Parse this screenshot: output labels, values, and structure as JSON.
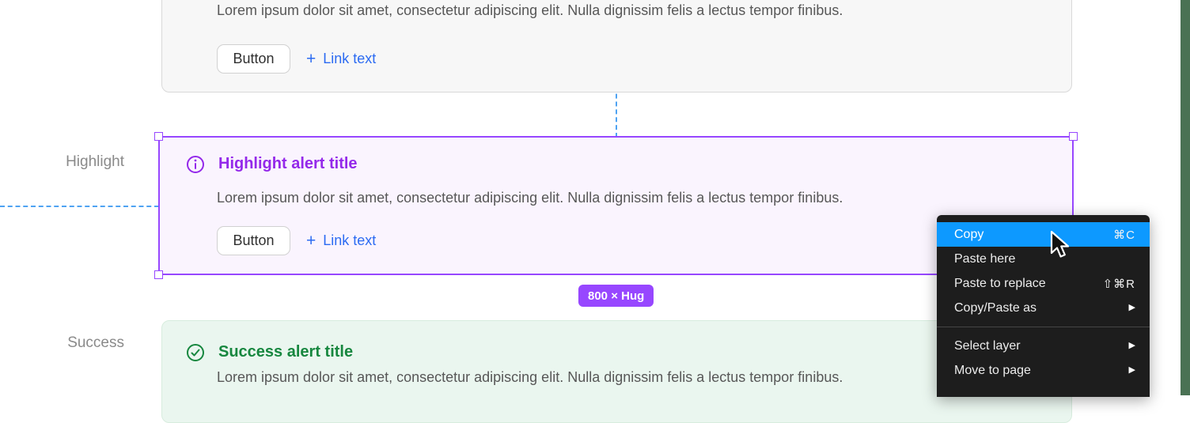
{
  "section_labels": {
    "highlight": "Highlight",
    "success": "Success"
  },
  "neutral_alert": {
    "body": "Lorem ipsum dolor sit amet, consectetur adipiscing elit. Nulla dignissim felis a lectus tempor finibus.",
    "button_label": "Button",
    "link_plus": "+",
    "link_label": "Link text"
  },
  "highlight_alert": {
    "title": "Highlight alert title",
    "body": "Lorem ipsum dolor sit amet, consectetur adipiscing elit. Nulla dignissim felis a lectus tempor finibus.",
    "button_label": "Button",
    "link_plus": "+",
    "link_label": "Link text"
  },
  "success_alert": {
    "title": "Success alert title",
    "body": "Lorem ipsum dolor sit amet, consectetur adipiscing elit. Nulla dignissim felis a lectus tempor finibus."
  },
  "size_badge": {
    "label": "800 × Hug"
  },
  "context_menu": {
    "items": [
      {
        "label": "Copy",
        "shortcut": "⌘C",
        "highlighted": true
      },
      {
        "label": "Paste here",
        "shortcut": ""
      },
      {
        "label": "Paste to replace",
        "shortcut": "⇧⌘R"
      },
      {
        "label": "Copy/Paste as",
        "submenu": true
      },
      {
        "label": "Select layer",
        "submenu": true
      },
      {
        "label": "Move to page",
        "submenu": true
      }
    ]
  },
  "colors": {
    "selection_purple": "#9747ff",
    "highlight_title": "#9429ea",
    "highlight_bg": "#faf4fe",
    "success_green": "#17873f",
    "success_bg": "#eaf6ef",
    "link_blue": "#2c6bf2",
    "menu_bg": "#1d1d1d",
    "menu_highlight_blue": "#0d99ff",
    "guide_blue": "#4fa3f2",
    "sidebar_green": "#4a7254"
  }
}
